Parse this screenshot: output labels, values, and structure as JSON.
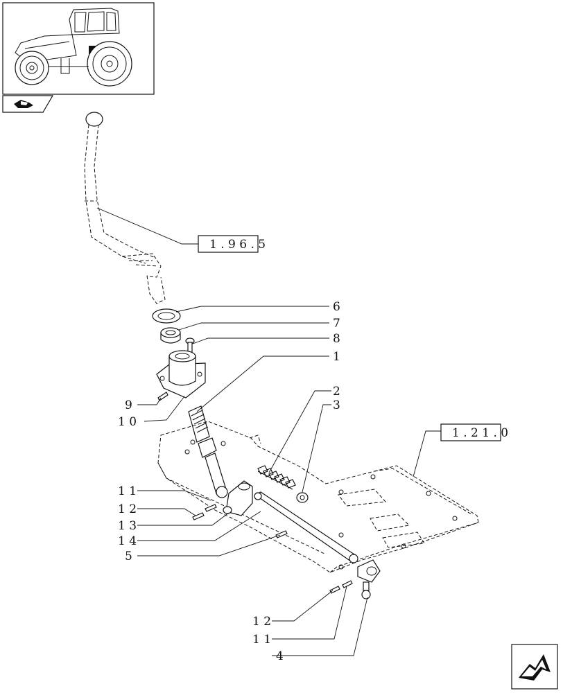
{
  "callouts": [
    {
      "label": "6"
    },
    {
      "label": "7"
    },
    {
      "label": "8"
    },
    {
      "label": "1"
    },
    {
      "label": "9"
    },
    {
      "label": "1 0"
    },
    {
      "label": "2"
    },
    {
      "label": "3"
    },
    {
      "label": "1 1"
    },
    {
      "label": "1 2"
    },
    {
      "label": "1 3"
    },
    {
      "label": "1 4"
    },
    {
      "label": "5"
    },
    {
      "label": "1 2"
    },
    {
      "label": "1 1"
    },
    {
      "label": "4"
    }
  ],
  "references": [
    {
      "label": "1 . 9 6 . 5"
    },
    {
      "label": "1 . 2 1 . 0"
    }
  ],
  "icons": {
    "thumbnail": "tractor-icon",
    "section": "section-tab-icon",
    "navigation": "next-page-arrow-icon"
  }
}
